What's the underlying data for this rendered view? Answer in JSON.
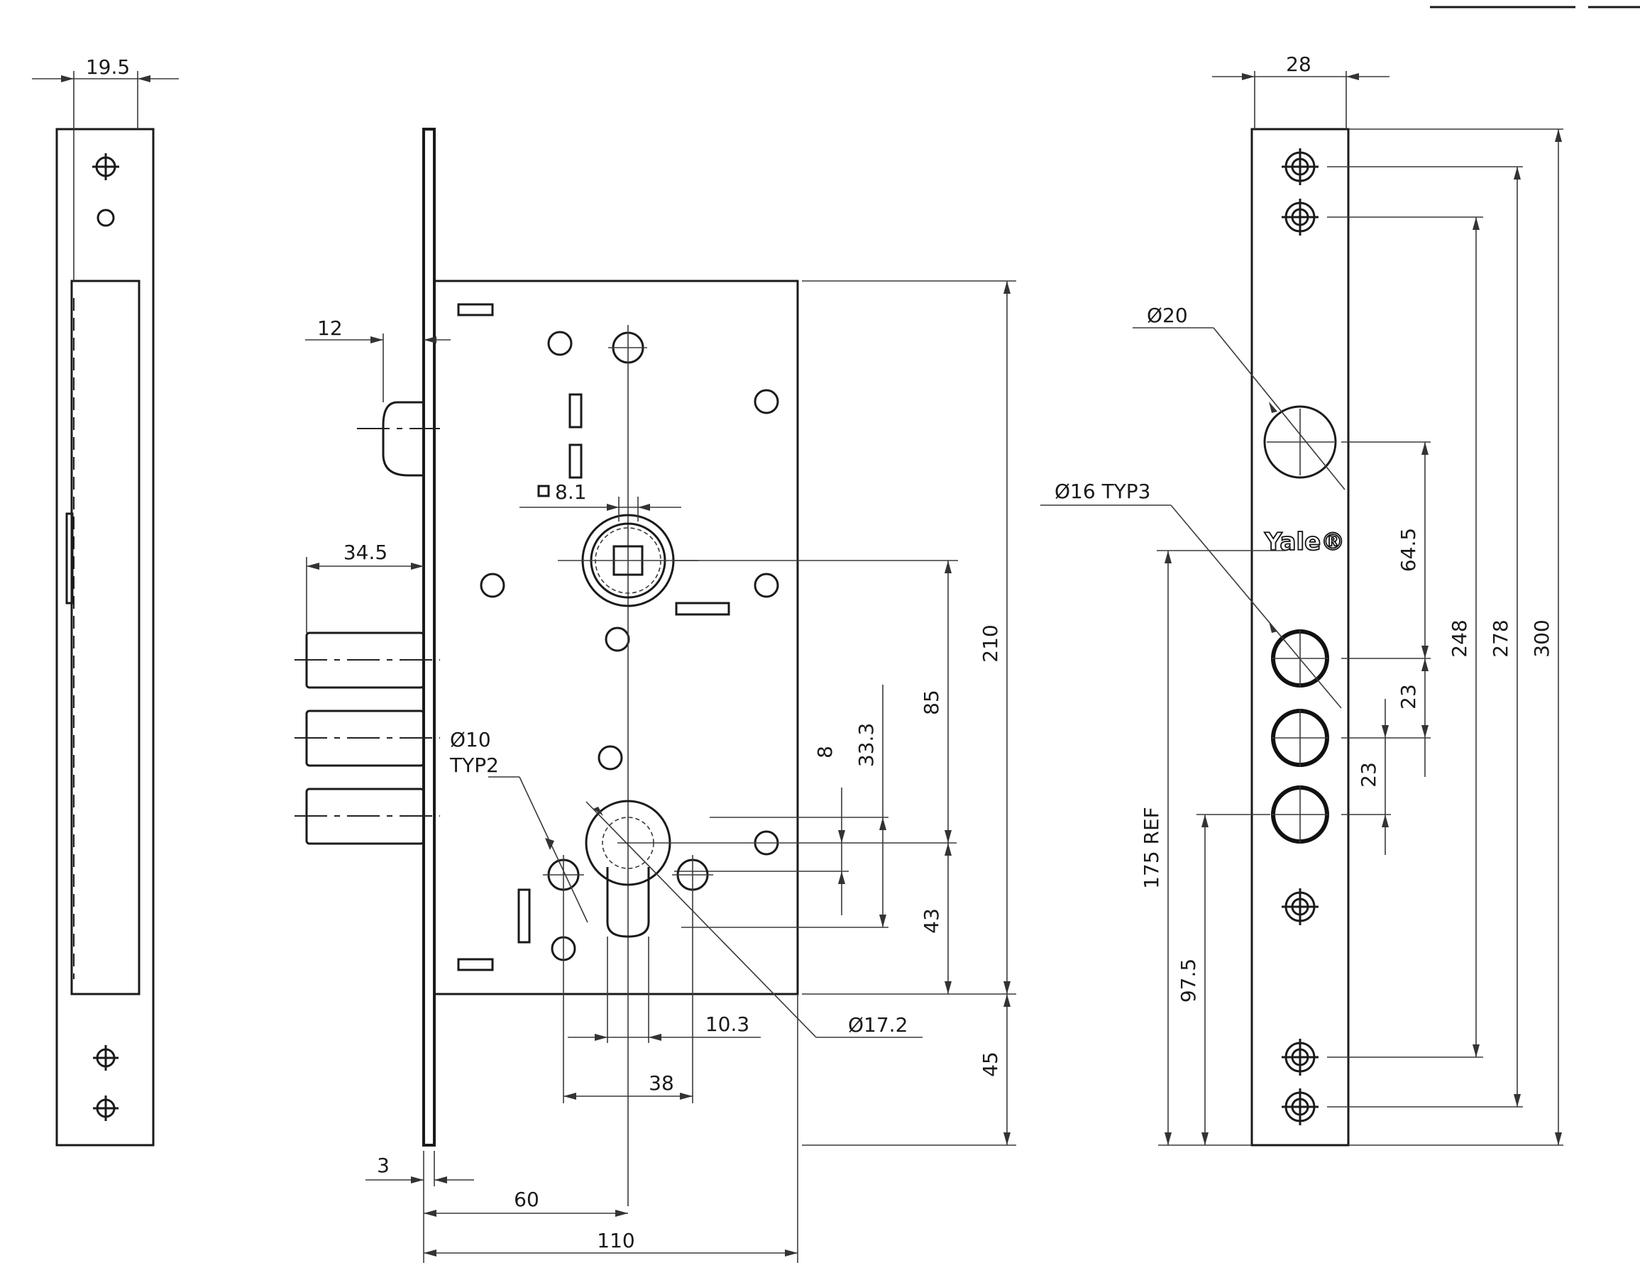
{
  "dimensions": {
    "left_view_width": "19.5",
    "faceplate_width": "28",
    "latch_offset": "12",
    "square_spindle": "8.1",
    "bolt_projection": "34.5",
    "bolt_hole_dia": "Ø10",
    "bolt_hole_typ": "TYP2",
    "cylinder_spacing": "8",
    "cylinder_offset": "33.3",
    "centre_distance": "85",
    "case_height": "210",
    "cyl_to_case_bottom": "43",
    "case_bottom_to_plate_end": "45",
    "cylinder_slot_width": "10.3",
    "cylinder_hole_dia": "Ø17.2",
    "screw_hole_spacing": "38",
    "faceplate_thickness": "3",
    "backset": "60",
    "case_depth": "110",
    "faceplate_hole_dia": "Ø20",
    "bolt_openings_dia": "Ø16 TYP3",
    "hole_pitch_64": "64.5",
    "hole_pitch_23a": "23",
    "hole_pitch_23b": "23",
    "screw_centres_248": "248",
    "screw_centres_278": "278",
    "faceplate_length": "300",
    "ref_height": "175 REF",
    "lower_height": "97.5"
  },
  "brand": {
    "logo_text": "Yale®"
  },
  "icons": {
    "countersunk_screw_hole": "crosshair-circle-icon",
    "plain_hole": "circle-icon"
  }
}
